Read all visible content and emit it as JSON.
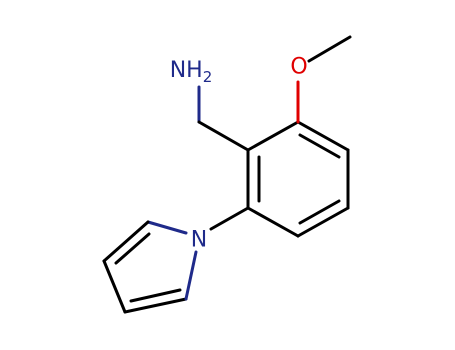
{
  "molecule": {
    "atoms": {
      "amine_n": {
        "symbol": "NH",
        "subscript": "2",
        "color": "#1f2a8a"
      },
      "methoxy_o": {
        "symbol": "O",
        "color": "#e00000"
      },
      "pyrrole_n": {
        "symbol": "N",
        "color": "#1f2a8a"
      }
    },
    "bond_color": "#000000"
  }
}
